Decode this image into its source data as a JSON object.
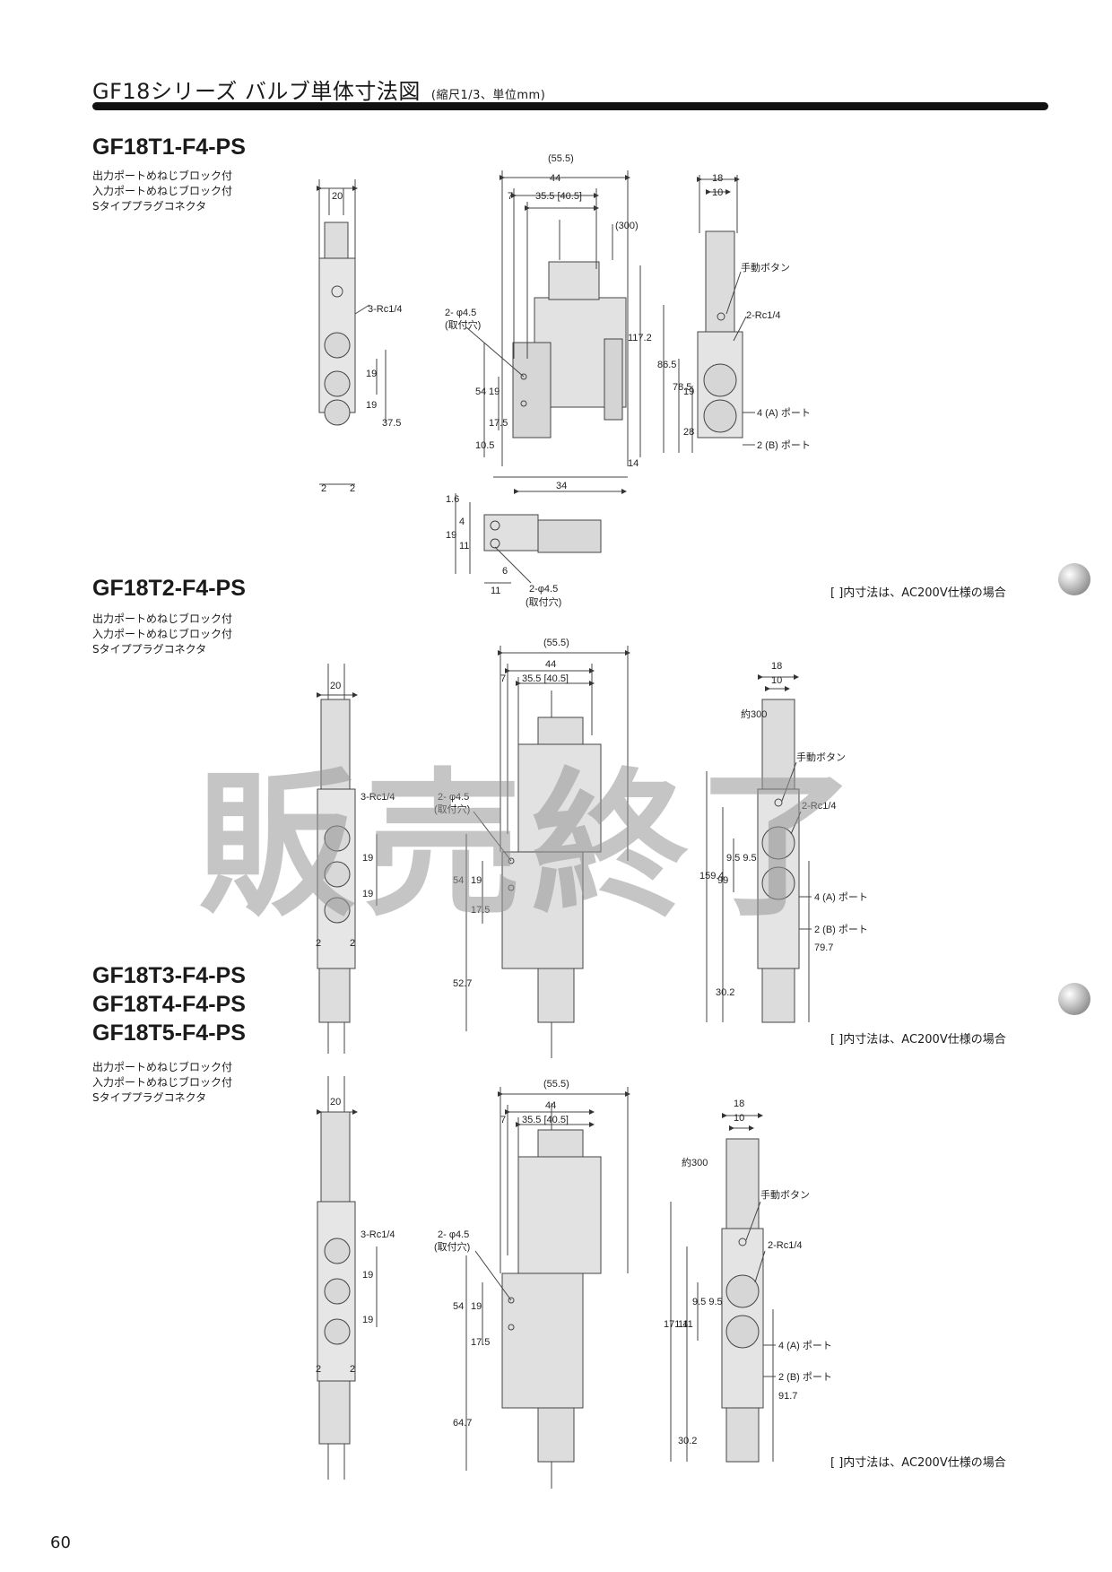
{
  "header": {
    "title": "GF18シリーズ バルブ単体寸法図",
    "note": "(縮尺1/3、単位mm)"
  },
  "description": {
    "line1": "出力ポートめねじブロック付",
    "line2": "入力ポートめねじブロック付",
    "line3": "Sタイププラグコネクタ"
  },
  "sections": [
    {
      "models": [
        "GF18T1-F4-PS"
      ],
      "dims": {
        "top_total": "(55.5)",
        "d44": "44",
        "d7": "7",
        "d355": "35.5 [40.5]",
        "d20": "20",
        "d18": "18",
        "d10": "10",
        "cable": "(300)",
        "h1": "117.2",
        "h2": "86.5",
        "h3": "78.5",
        "h4": "54",
        "h5": "19",
        "h6": "17.5",
        "h7": "10.5",
        "h8": "14",
        "w34": "34",
        "s19a": "19",
        "s19b": "19",
        "s375": "37.5",
        "s2a": "2",
        "s2b": "2",
        "r19": "19",
        "r28": "28",
        "b16": "1.6",
        "b19": "19",
        "b4": "4",
        "b11a": "11",
        "b11b": "11",
        "b6": "6",
        "hole2": "2-φ4.5",
        "hole2sub": "(取付穴)"
      },
      "note": "[ ]内寸法は、AC200V仕様の場合"
    },
    {
      "models": [
        "GF18T2-F4-PS"
      ],
      "dims": {
        "top_total": "(55.5)",
        "d44": "44",
        "d7": "7",
        "d355": "35.5 [40.5]",
        "d20": "20",
        "d18": "18",
        "d10": "10",
        "cable": "約300",
        "h54": "54",
        "h19": "19",
        "h175": "17.5",
        "h527": "52.7",
        "r1594": "159.4",
        "r99": "99",
        "r95": "9.5 9.5",
        "r302": "30.2",
        "r797": "79.7",
        "s19a": "19",
        "s19b": "19",
        "s2a": "2",
        "s2b": "2"
      },
      "note": "[ ]内寸法は、AC200V仕様の場合"
    },
    {
      "models": [
        "GF18T3-F4-PS",
        "GF18T4-F4-PS",
        "GF18T5-F4-PS"
      ],
      "dims": {
        "top_total": "(55.5)",
        "d44": "44",
        "d7": "7",
        "d355": "35.5 [40.5]",
        "d20": "20",
        "d18": "18",
        "d10": "10",
        "cable": "約300",
        "h54": "54",
        "h19": "19",
        "h175": "17.5",
        "h647": "64.7",
        "r1714": "171.4",
        "r111": "111",
        "r95": "9.5 9.5",
        "r302": "30.2",
        "r917": "91.7",
        "s19a": "19",
        "s19b": "19",
        "s2a": "2",
        "s2b": "2"
      },
      "note": "[ ]内寸法は、AC200V仕様の場合"
    }
  ],
  "labels": {
    "rc14_3": "3-Rc1/4",
    "rc14_2": "2-Rc1/4",
    "manual_button": "手動ボタン",
    "port4": "4 (A) ポート",
    "port2": "2 (B) ポート",
    "hole": "2- φ4.5",
    "hole_sub": "(取付穴)"
  },
  "watermark": "販売終了",
  "page_number": "60"
}
